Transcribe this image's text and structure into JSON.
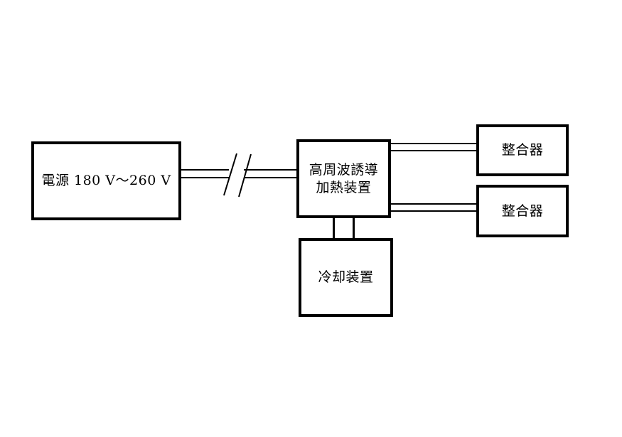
{
  "diagram": {
    "title": "induction-heating-system-block-diagram",
    "colors": {
      "background": "#ffffff",
      "line": "#000000",
      "text": "#000000"
    },
    "boxes": {
      "power": {
        "label": "電源 180 V～260 V"
      },
      "heater": {
        "label_line1": "高周波誘導",
        "label_line2": "加熱装置"
      },
      "matcher_top": {
        "label": "整合器"
      },
      "matcher_bottom": {
        "label": "整合器"
      },
      "cooler": {
        "label": "冷却装置"
      }
    },
    "connectors": {
      "power_to_heater": {
        "style": "double-line",
        "symbol": "line-break-slashes"
      },
      "heater_to_matcher_top": {
        "style": "double-line"
      },
      "heater_to_matcher_bottom": {
        "style": "double-line"
      },
      "heater_to_cooler": {
        "style": "double-line-vertical"
      }
    }
  }
}
